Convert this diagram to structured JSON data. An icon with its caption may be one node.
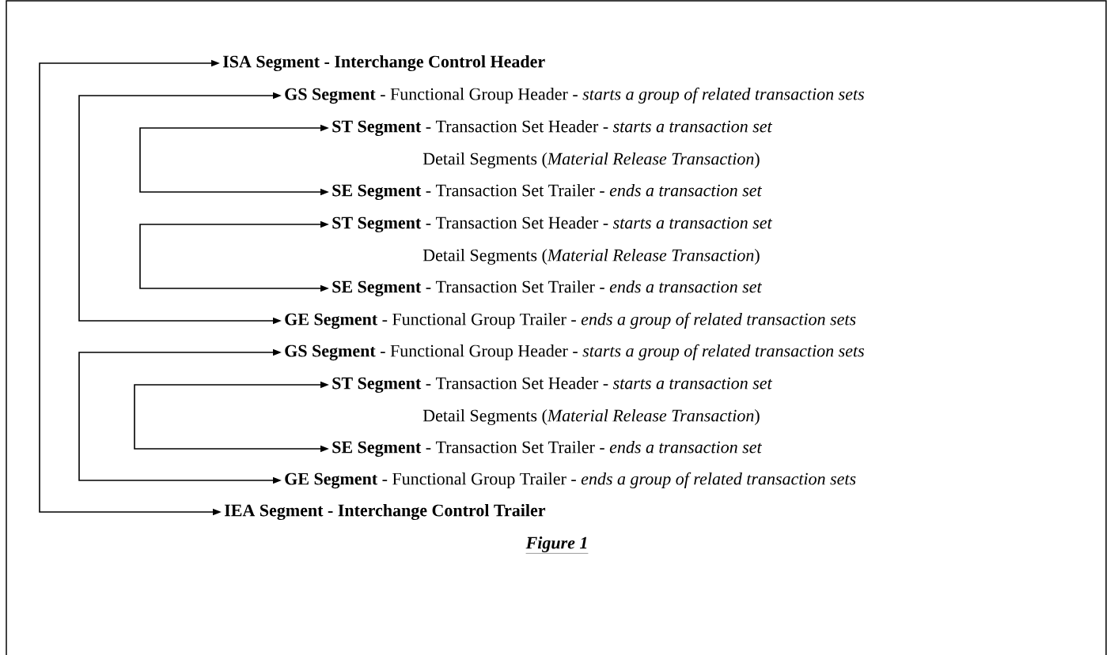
{
  "diagram": {
    "caption": "Figure 1",
    "nodes": [
      {
        "text": [
          "ISA Segment - Interchange  Control Header"
        ]
      },
      {
        "text": [
          "**GS Segment** - Functional Group Header - *starts a group of related transaction sets*"
        ]
      },
      {
        "text": [
          "**ST Segment** - Transaction Set Header - *starts a transaction set*"
        ]
      },
      {
        "text": [
          "**SE Segment** - Transaction Set Trailer - *ends a transaction set*"
        ]
      },
      {
        "text": [
          "**ST Segment** - Transaction Set Header - *starts a transaction set*"
        ]
      },
      {
        "text": [
          "**SE Segment** - Transaction Set Trailer - *ends a transaction set*"
        ]
      },
      {
        "text": [
          "**GE Segment** - Functional Group Trailer - *ends a group of related transaction sets*"
        ]
      },
      {
        "text": [
          "**GS Segment** - Functional Group Header - *starts a group of related transaction sets*"
        ]
      },
      {
        "text": [
          "**ST Segment** - Transaction Set Header - *starts a transaction set*"
        ]
      },
      {
        "text": [
          "**SE Segment** - Transaction Set Trailer - *ends a transaction set*"
        ]
      },
      {
        "text": [
          "**GE Segment** - Functional Group Trailer - *ends a group of related transaction sets*"
        ]
      },
      {
        "text": [
          "IEA Segment - Interchange Control Trailer"
        ]
      }
    ],
    "edges": [
      {
        "from": 0,
        "to": 11,
        "arrow": "both"
      },
      {
        "from": 1,
        "to": 6,
        "arrow": "both"
      },
      {
        "from": 2,
        "to": 3,
        "arrow": "both"
      },
      {
        "from": 4,
        "to": 5,
        "arrow": "both"
      },
      {
        "from": 7,
        "to": 10,
        "arrow": "both"
      },
      {
        "from": 8,
        "to": 9,
        "arrow": "both"
      }
    ],
    "labels": [
      "Detail Segments (*Material Release Transaction*)",
      "Detail Segments (*Material Release Transaction*)",
      "Detail Segments (*Material Release Transaction*)"
    ]
  }
}
